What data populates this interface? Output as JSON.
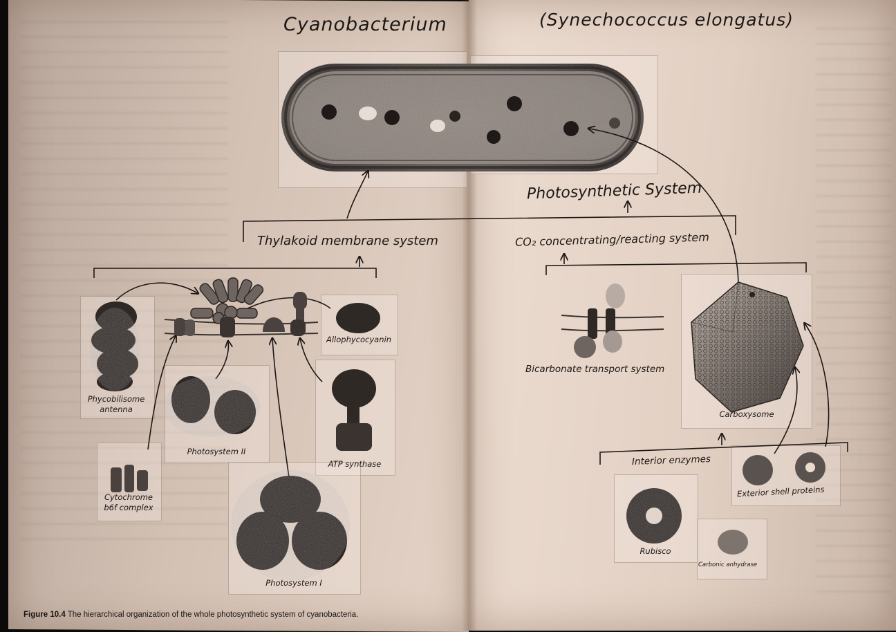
{
  "diagram": {
    "title_left": "Cyanobacterium",
    "title_right": "(Synechococcus elongatus)",
    "top_node": "Photosynthetic System",
    "branch_left": "Thylakoid membrane system",
    "branch_right": "CO₂ concentrating/reacting system",
    "thylakoid_components": [
      "Phycobilisome antenna",
      "Allophycocyanin",
      "Photosystem II",
      "ATP synthase",
      "Cytochrome b6f complex",
      "Photosystem I"
    ],
    "co2_components": [
      "Bicarbonate transport system",
      "Carboxysome"
    ],
    "carboxysome_parts": {
      "interior_label": "Interior enzymes",
      "exterior_label": "Exterior shell proteins",
      "enzymes": [
        "Rubisco",
        "Carbonic anhydrase"
      ]
    }
  },
  "caption": {
    "figure_number": "Figure 10.4",
    "text": "The hierarchical organization of the whole photosynthetic system of cyanobacteria."
  },
  "colors": {
    "paper_left": "#d3c1b4",
    "paper_right": "#e4d3c6",
    "ink": "#1d1714",
    "protein_dark": "#3a3330"
  }
}
